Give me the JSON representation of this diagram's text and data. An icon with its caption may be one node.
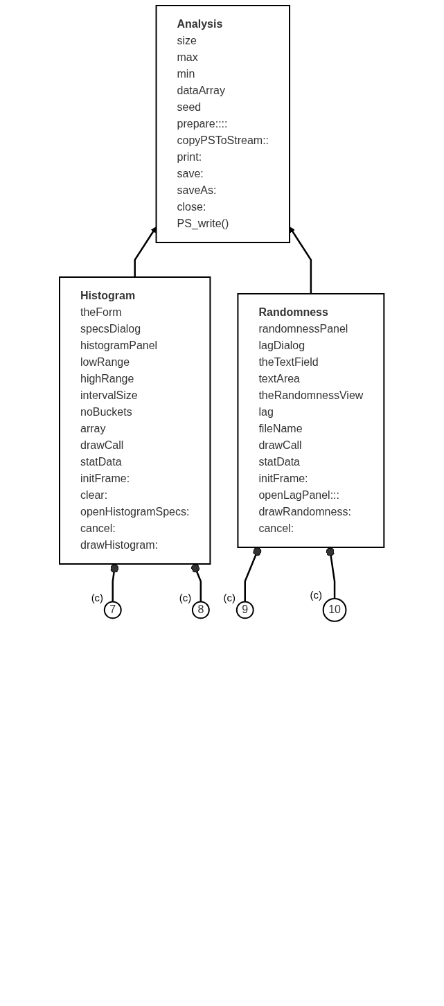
{
  "diagram": {
    "nodes": [
      {
        "text": [
          "Analysis",
          "size",
          "max",
          "min",
          "dataArray",
          "seed",
          "prepare::::",
          "copyPSToStream::",
          "print:",
          "save:",
          "saveAs:",
          "close:",
          "PS_write()"
        ]
      },
      {
        "text": [
          "Histogram",
          "theForm",
          "specsDialog",
          "histogramPanel",
          "lowRange",
          "highRange",
          "intervalSize",
          "noBuckets",
          "array",
          "drawCall",
          "statData",
          "initFrame:",
          "clear:",
          "openHistogramSpecs:",
          "cancel:",
          "drawHistogram:"
        ]
      },
      {
        "text": [
          "Randomness",
          "randomnessPanel",
          "lagDialog",
          "theTextField",
          "textArea",
          "theRandomnessView",
          "lag",
          "fileName",
          "drawCall",
          "statData",
          "initFrame:",
          "openLagPanel:::",
          "drawRandomness:",
          "cancel:"
        ]
      },
      {
        "text": [
          "7"
        ],
        "beside": [
          "(c)"
        ]
      },
      {
        "text": [
          "8"
        ],
        "beside": [
          "(c)"
        ]
      },
      {
        "text": [
          "9"
        ],
        "beside": [
          "(c)"
        ]
      },
      {
        "text": [
          "10"
        ],
        "beside": [
          "(c)"
        ]
      }
    ],
    "edges": [
      {
        "from": 1,
        "to": 0,
        "arrow": "to"
      },
      {
        "from": 2,
        "to": 0,
        "arrow": "to"
      },
      {
        "from": 3,
        "to": 1,
        "arrow": "other"
      },
      {
        "from": 4,
        "to": 1,
        "arrow": "other"
      },
      {
        "from": 5,
        "to": 2,
        "arrow": "other"
      },
      {
        "from": 6,
        "to": 2,
        "arrow": "other"
      }
    ]
  }
}
